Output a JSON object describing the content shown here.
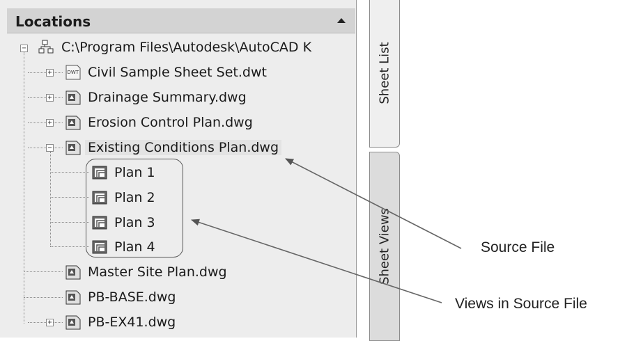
{
  "palette": {
    "header": {
      "title": "Locations",
      "collapse_icon": "triangle-up-icon"
    },
    "tree": {
      "root": {
        "label": "C:\\Program Files\\Autodesk\\AutoCAD K",
        "icon": "folder-network-icon",
        "expanded": true
      },
      "files": [
        {
          "label": "Civil Sample Sheet Set.dwt",
          "icon": "dwt-file-icon",
          "expander": "+"
        },
        {
          "label": "Drainage Summary.dwg",
          "icon": "dwg-file-icon",
          "expander": "+"
        },
        {
          "label": "Erosion Control Plan.dwg",
          "icon": "dwg-file-icon",
          "expander": "+"
        },
        {
          "label": "Existing Conditions Plan.dwg",
          "icon": "dwg-file-icon",
          "expander": "−",
          "selected": true,
          "views": [
            {
              "label": "Plan 1",
              "icon": "view-icon"
            },
            {
              "label": "Plan 2",
              "icon": "view-icon"
            },
            {
              "label": "Plan 3",
              "icon": "view-icon"
            },
            {
              "label": "Plan 4",
              "icon": "view-icon"
            }
          ]
        },
        {
          "label": "Master Site Plan.dwg",
          "icon": "dwg-file-icon",
          "expander": ""
        },
        {
          "label": "PB-BASE.dwg",
          "icon": "dwg-file-icon",
          "expander": ""
        },
        {
          "label": "PB-EX41.dwg",
          "icon": "dwg-file-icon",
          "expander": "+"
        }
      ]
    }
  },
  "side_tabs": {
    "sheet_list": "Sheet List",
    "sheet_views": "Sheet Views"
  },
  "callouts": {
    "source_file": "Source File",
    "views_in_source": "Views in Source File"
  },
  "colors": {
    "panel_bg": "#ededed",
    "header_bg": "#d3d3d3",
    "selection_bg": "#e3e3e3",
    "annotation": "#555555"
  }
}
